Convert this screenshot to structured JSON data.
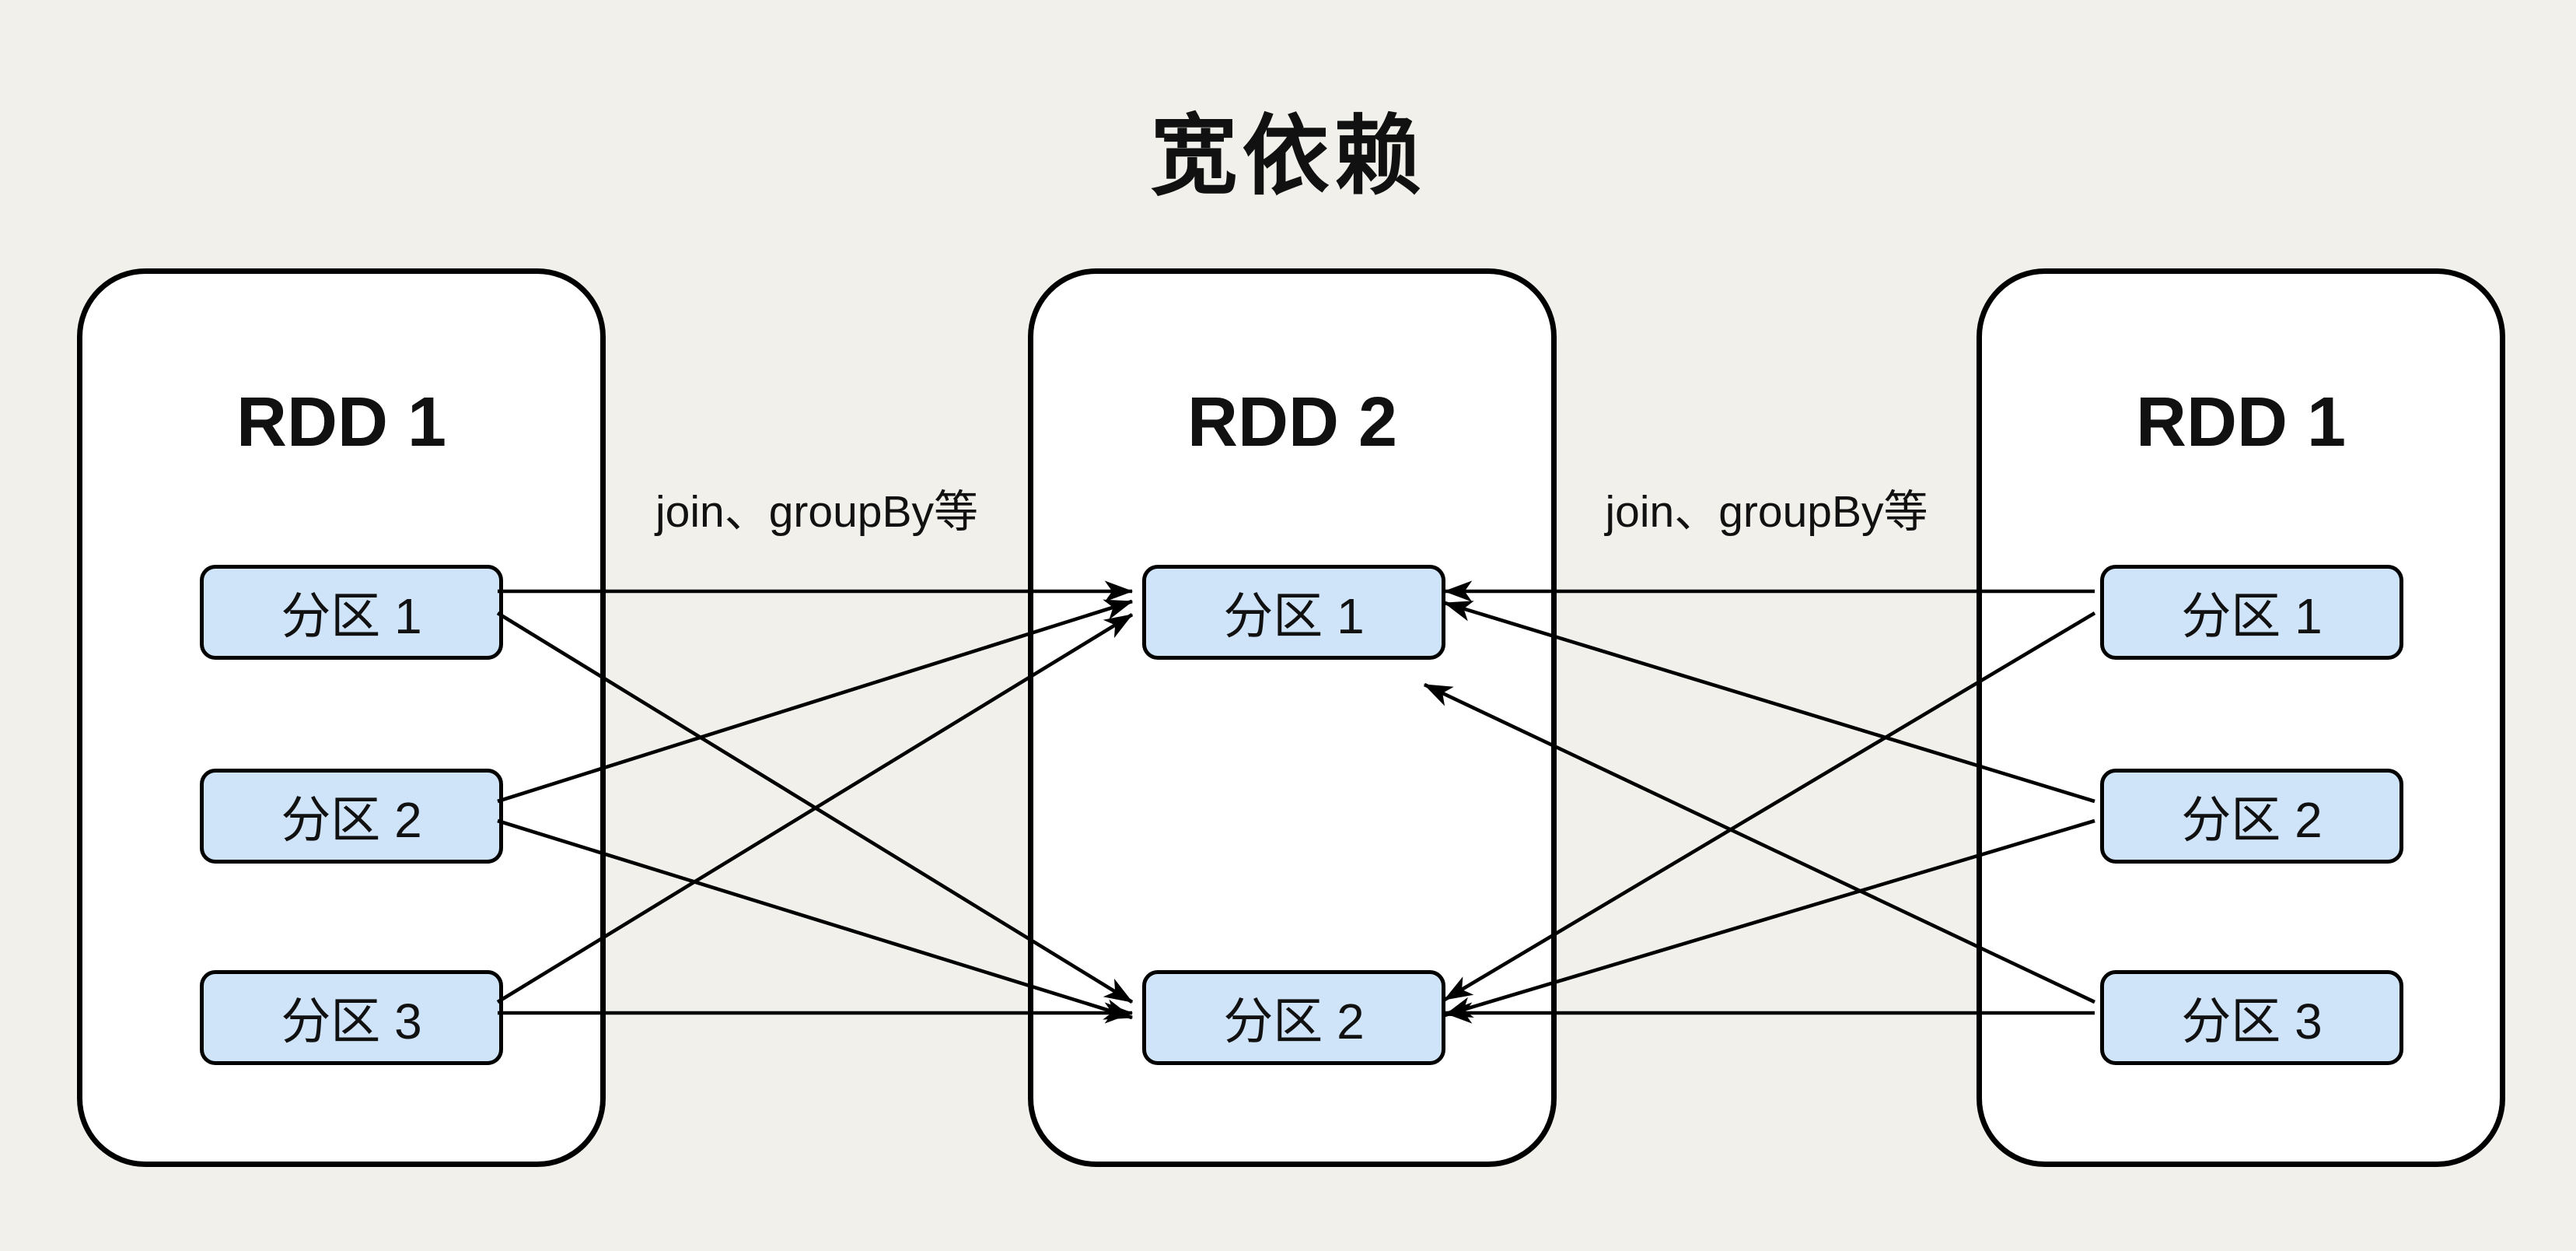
{
  "title": "宽依赖",
  "rdds": [
    {
      "id": "left",
      "label": "RDD 1",
      "partitions": [
        "分区 1",
        "分区 2",
        "分区 3"
      ]
    },
    {
      "id": "middle",
      "label": "RDD 2",
      "partitions": [
        "分区 1",
        "分区 2"
      ]
    },
    {
      "id": "right",
      "label": "RDD 1",
      "partitions": [
        "分区 1",
        "分区 2",
        "分区 3"
      ]
    }
  ],
  "edge_labels": {
    "left": "join、groupBy等",
    "right": "join、groupBy等"
  },
  "arrows": [
    {
      "from": "left.partition-1",
      "to": "middle.partition-1"
    },
    {
      "from": "left.partition-1",
      "to": "middle.partition-2"
    },
    {
      "from": "left.partition-2",
      "to": "middle.partition-1"
    },
    {
      "from": "left.partition-2",
      "to": "middle.partition-2"
    },
    {
      "from": "left.partition-3",
      "to": "middle.partition-1"
    },
    {
      "from": "left.partition-3",
      "to": "middle.partition-2"
    },
    {
      "from": "right.partition-1",
      "to": "middle.partition-1"
    },
    {
      "from": "right.partition-1",
      "to": "middle.partition-2"
    },
    {
      "from": "right.partition-2",
      "to": "middle.partition-1"
    },
    {
      "from": "right.partition-2",
      "to": "middle.partition-2"
    },
    {
      "from": "right.partition-3",
      "to": "middle.partition-1"
    },
    {
      "from": "right.partition-3",
      "to": "middle.partition-2"
    }
  ],
  "colors": {
    "background": "#f1f0ea",
    "box_fill": "#ffffff",
    "box_border": "#000000",
    "partition_fill": "#cfe3f9",
    "partition_border": "#000000",
    "arrow": "#000000",
    "text": "#111111"
  }
}
